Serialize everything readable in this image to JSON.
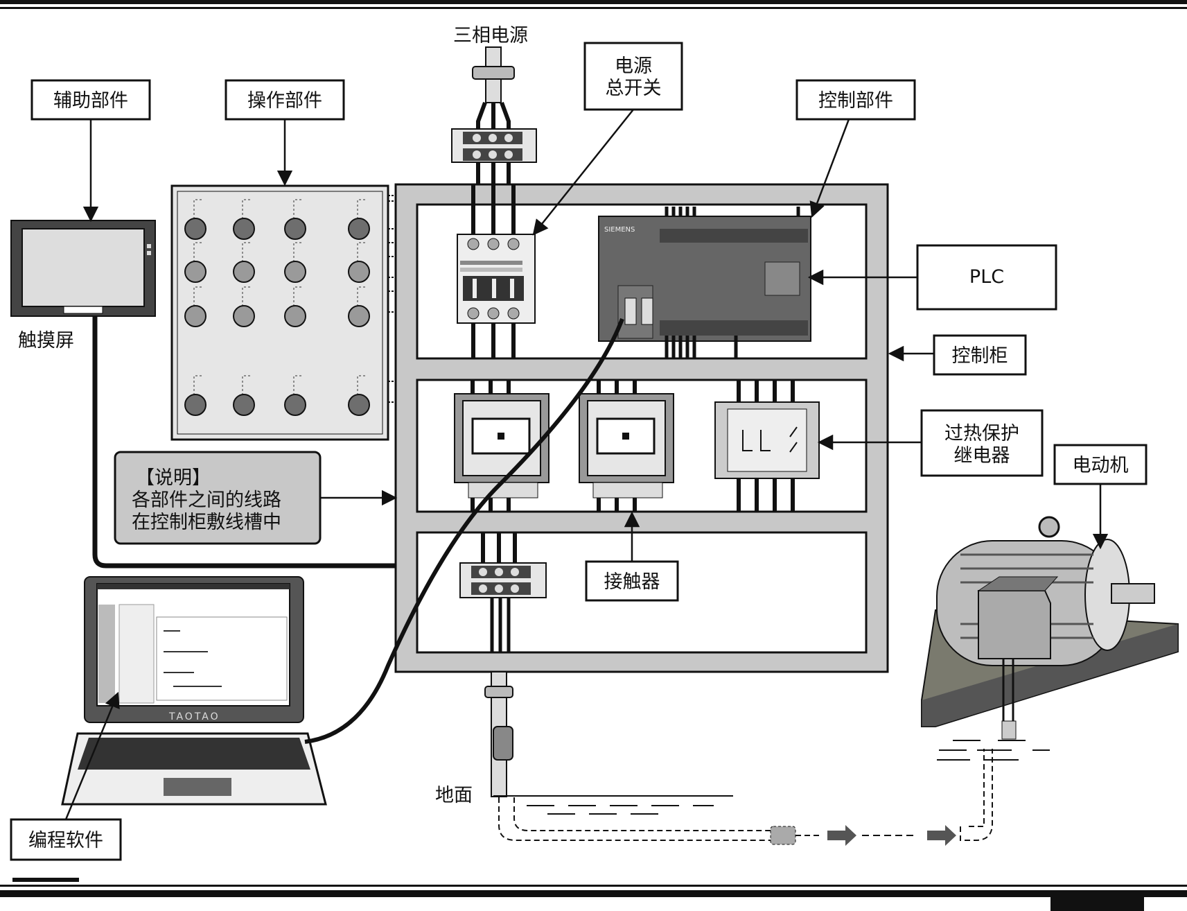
{
  "labels": {
    "power_source": "三相电源",
    "main_switch_line1": "电源",
    "main_switch_line2": "总开关",
    "aux_parts": "辅助部件",
    "operation_parts": "操作部件",
    "control_parts": "控制部件",
    "plc": "PLC",
    "control_cabinet": "控制柜",
    "thermal_relay_line1": "过热保护",
    "thermal_relay_line2": "继电器",
    "motor": "电动机",
    "touch_screen": "触摸屏",
    "note_title": "【说明】",
    "note_line1": "各部件之间的线路",
    "note_line2": "在控制柜敷线槽中",
    "contactor": "接触器",
    "programming_software": "编程软件",
    "ground": "地面",
    "laptop_brand": "TAOTAO",
    "plc_brand": "SIEMENS"
  },
  "colors": {
    "cabinet": "#c8c8c8",
    "panel": "#ffffff",
    "device": "#e6e6e6",
    "dark": "#555555",
    "stroke": "#111111",
    "button": "#6e6e6e",
    "button_light": "#9a9a9a",
    "base": "#7a7a6e"
  },
  "icons": [
    "touch-screen-icon",
    "laptop-icon",
    "plc-icon",
    "circuit-breaker-icon",
    "contactor-icon",
    "thermal-relay-icon",
    "motor-icon",
    "terminal-block-icon",
    "button-panel-icon"
  ]
}
